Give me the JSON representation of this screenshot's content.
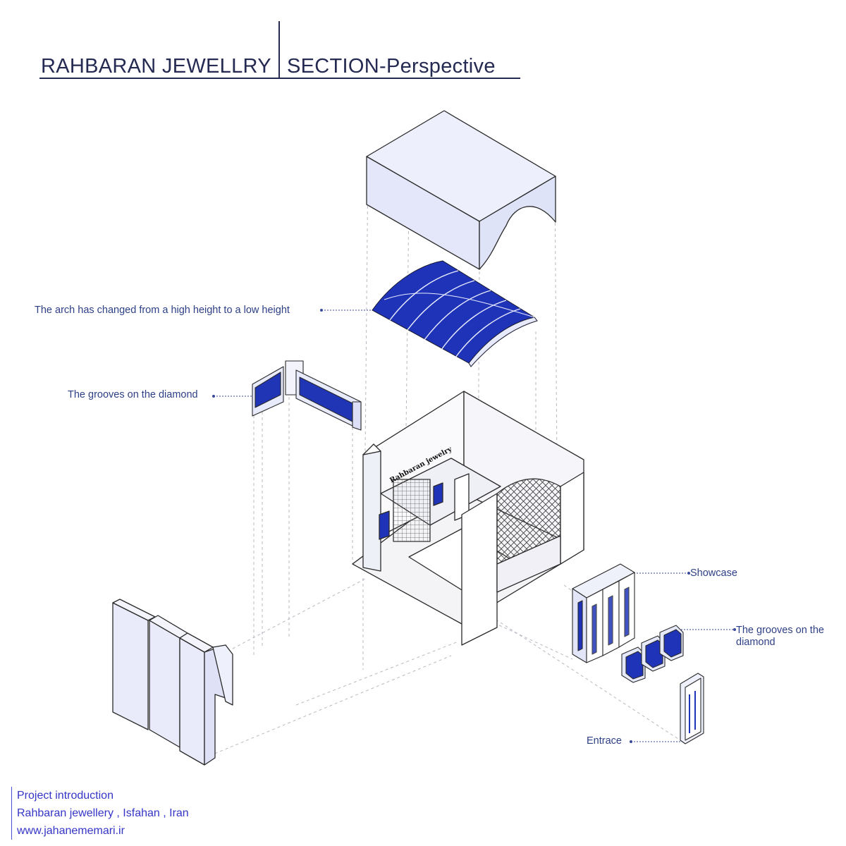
{
  "title": {
    "left": "RAHBARAN JEWELLRY",
    "right": "SECTION-Perspective"
  },
  "callouts": {
    "arch": "The arch has changed from a high height to a low height",
    "grooves_upper": "The grooves on the diamond",
    "showcase": "Showcase",
    "grooves_lower": "The grooves on the diamond",
    "entrance": "Entrace"
  },
  "sign_text": "Rahbaran jewelry",
  "footer": {
    "line1": "Project introduction",
    "line2": "Rahbaran jewellery , Isfahan , Iran",
    "line3": "www.jahanememari.ir"
  },
  "colors": {
    "title": "#242a52",
    "callout_text": "#2d3f86",
    "panel_fill": "#e6e9fb",
    "accent_blue": "#1d2fb0",
    "footer_text": "#3535c8",
    "line": "#3a3a3a"
  }
}
